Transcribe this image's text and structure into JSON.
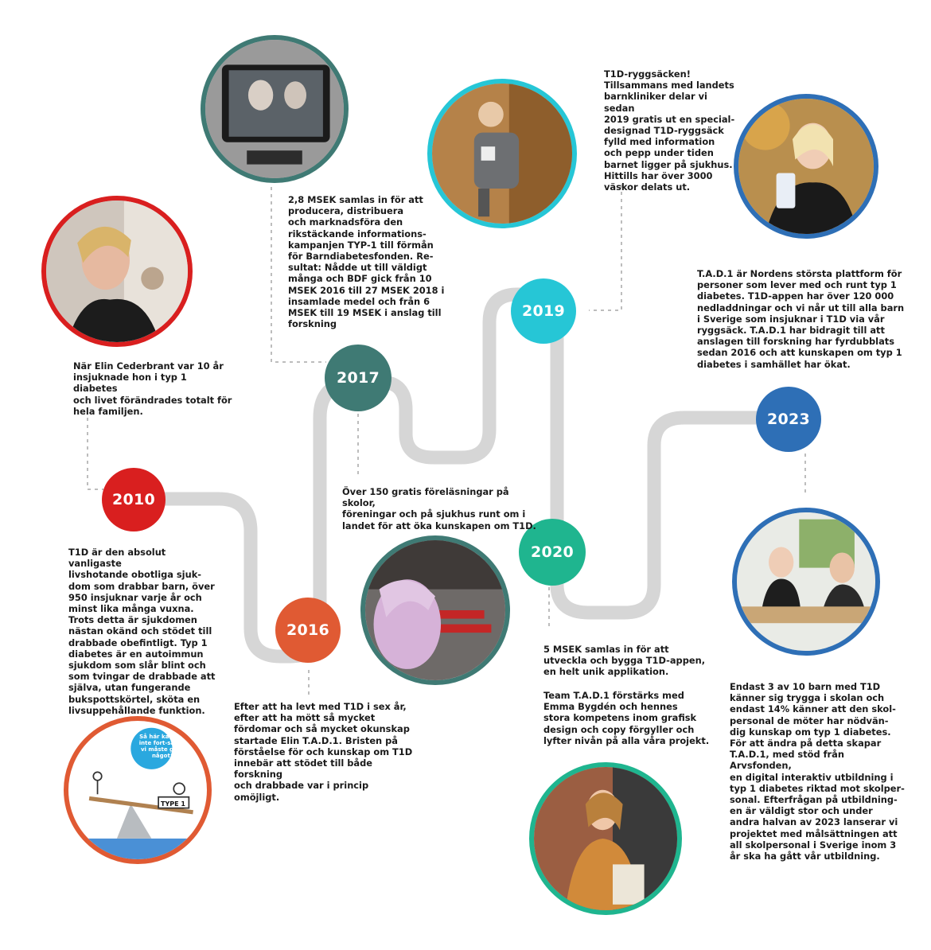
{
  "years": {
    "y2010": "2010",
    "y2016": "2016",
    "y2017": "2017",
    "y2019": "2019",
    "y2020": "2020",
    "y2023": "2023"
  },
  "colors": {
    "y2010": "#d91f1f",
    "y2016": "#e05a33",
    "y2017": "#3f7a74",
    "y2019": "#26c6d6",
    "y2020": "#1fb58f",
    "y2023": "#2e6fb6",
    "road": "#d6d6d6",
    "connector": "#bdbdbd"
  },
  "texts": {
    "elin_intro": "När Elin Cederbrant var 10 år\ninsjuknade hon i typ 1 diabetes\noch livet förändrades totalt för\nhela familjen.",
    "t1d_2010": "T1D är den absolut vanligaste\nlivshotande obotliga sjuk-\ndom som drabbar barn, över\n950 insjuknar varje år och\nminst lika många vuxna.\nTrots detta är sjukdomen\nnästan okänd och stödet till\ndrabbade obefintligt. Typ 1\ndiabetes är en autoimmun\nsjukdom som slår blint och\nsom tvingar de drabbade att\nsjälva, utan fungerande\nbukspottskörtel, sköta en\nlivsuppehållande funktion.",
    "tad_2016": "Efter att ha levt med T1D i sex år,\nefter att ha mött så mycket\nfördomar och så mycket okunskap\nstartade Elin T.A.D.1. Bristen på\nförståelse för och kunskap om T1D\ninnebär att stödet till både forskning\noch drabbade var i princip omöjligt.",
    "msek_2017": "2,8 MSEK samlas in för att\nproducera, distribuera\noch marknadsföra den\nrikstäckande informations-\nkampanjen TYP-1 till förmån\nför Barndiabetesfonden. Re-\nsultat: Nådde ut till väldigt\nmånga och BDF gick från 10\nMSEK 2016 till 27 MSEK 2018 i\ninsamlade medel och från 6\nMSEK till 19 MSEK i anslag till\nforskning",
    "lectures": "Över 150 gratis föreläsningar på skolor,\nföreningar och på sjukhus runt om i\nlandet för att öka kunskapen om T1D.",
    "backpack_2019": "T1D-ryggsäcken!\nTillsammans med landets\nbarnkliniker delar vi sedan\n2019 gratis ut en special-\ndesignad T1D-ryggsäck\nfylld med information\noch pepp under tiden\nbarnet ligger på sjukhus.\nHittills har över 3000\nväskor delats ut.",
    "platform": "T.A.D.1 är Nordens största plattform för\npersoner som lever med och runt typ 1\ndiabetes. T1D-appen har över 120 000\nnedladdningar och vi når ut till alla barn\ni Sverige som insjuknar i T1D via vår\nryggsäck. T.A.D.1 har bidragit till att\nanslagen till forskning har fyrdubblats\nsedan 2016 och att kunskapen om typ 1\ndiabetes i samhället har ökat.",
    "app_2020": "5 MSEK samlas in för att\nutveckla och bygga T1D-appen,\nen helt unik applikation.",
    "team_2020": "Team T.A.D.1 förstärks med\nEmma Bygdén och hennes\nstora kompetens inom grafisk\ndesign och copy förgyller och\nlyfter nivån på alla våra projekt.",
    "school_2023": "Endast 3 av 10 barn med T1D\nkänner sig trygga i skolan och\nendast 14% känner att den skol-\npersonal de möter har nödvän-\ndig kunskap om typ 1 diabetes.\nFör att ändra på detta skapar\nT.A.D.1, med stöd från Arvsfonden,\nen digital interaktiv utbildning i\ntyp 1 diabetes riktad mot skolper-\nsonal. Efterfrågan på utbildning-\nen är väldigt stor och under\nandra halvan av 2023 lanserar vi\nprojektet med målsättningen att\nall skolpersonal i Sverige inom 3\når ska ha gått vår utbildning."
  },
  "illustration": {
    "bubble": "Så här kan det inte fort-sätta, vi måste göra något!",
    "box_label": "TYPE 1"
  }
}
